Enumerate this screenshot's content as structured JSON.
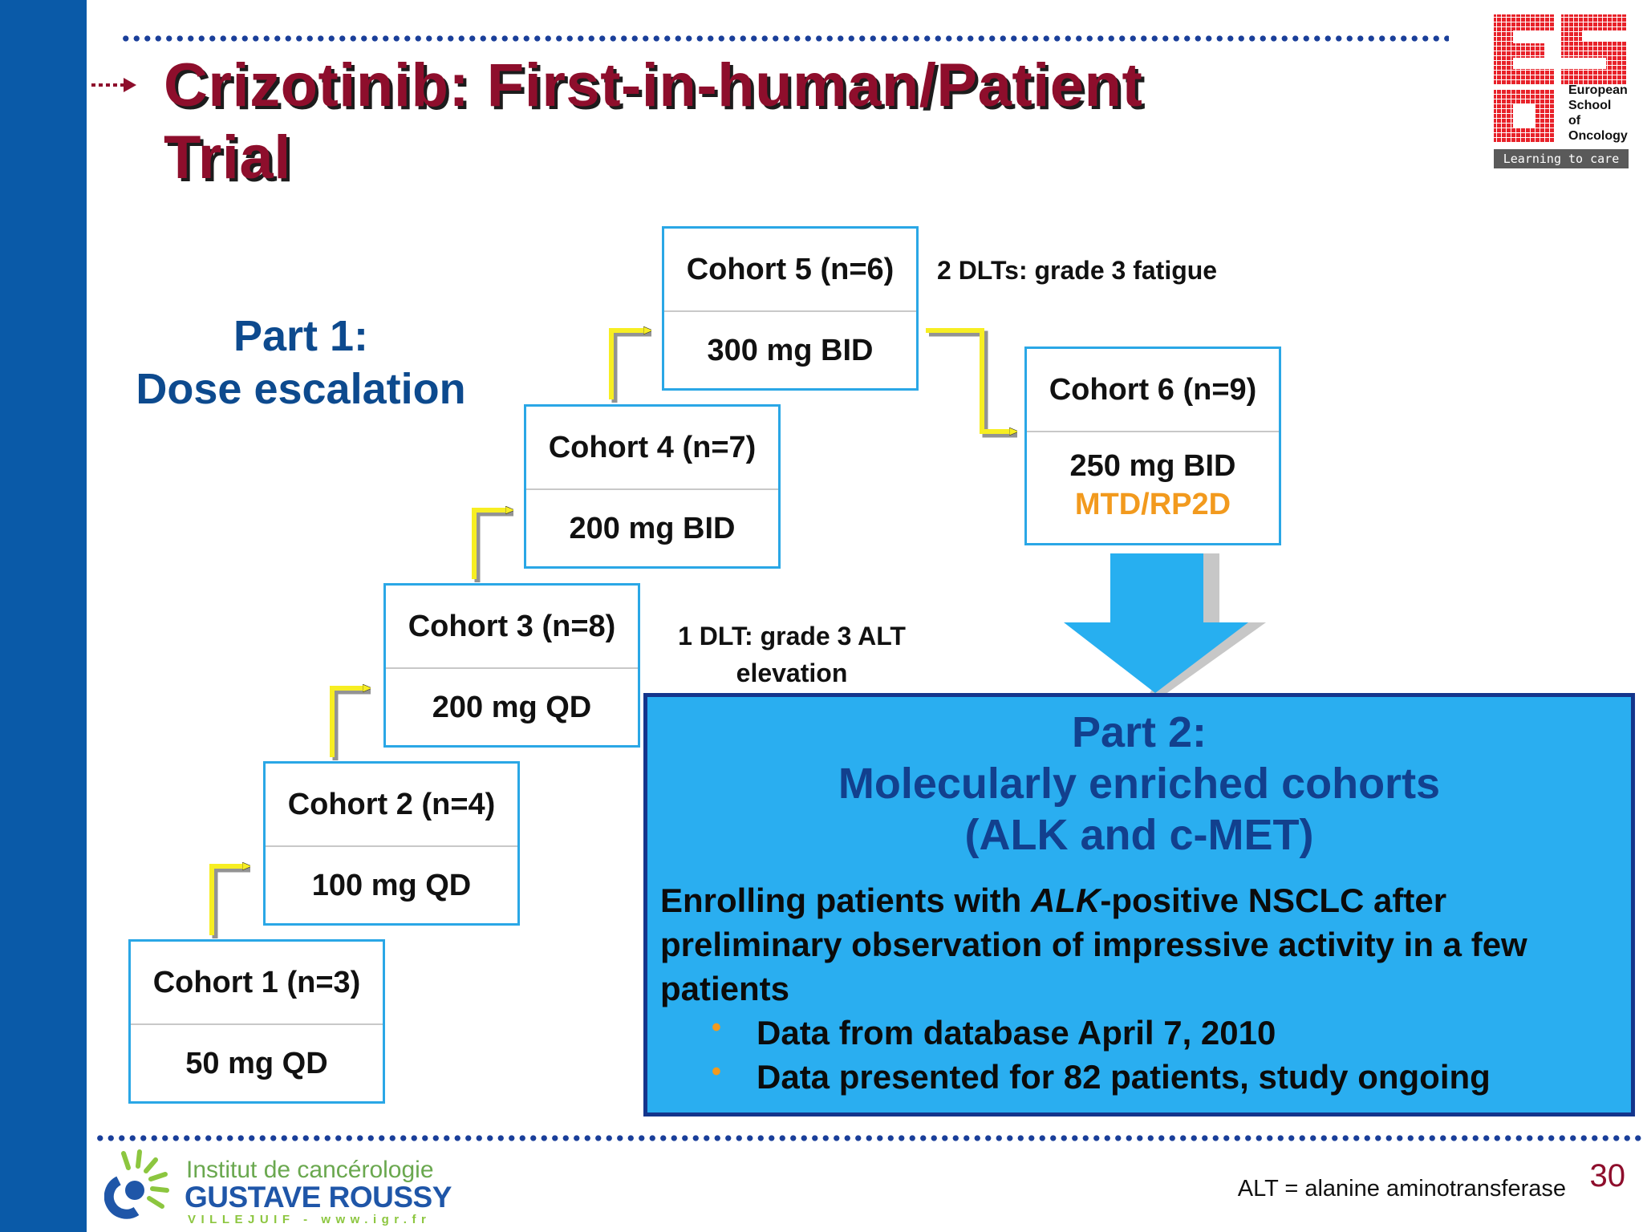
{
  "title": "Crizotinib: First-in-human/Patient Trial",
  "part1": {
    "line1": "Part 1:",
    "line2": "Dose escalation"
  },
  "cohorts": [
    {
      "label": "Cohort 1 (n=3)",
      "dose": "50 mg QD"
    },
    {
      "label": "Cohort 2 (n=4)",
      "dose": "100 mg QD"
    },
    {
      "label": "Cohort 3 (n=8)",
      "dose": "200 mg QD"
    },
    {
      "label": "Cohort 4 (n=7)",
      "dose": "200 mg BID"
    },
    {
      "label": "Cohort 5 (n=6)",
      "dose": "300 mg BID"
    },
    {
      "label": "Cohort 6 (n=9)",
      "dose": "250 mg BID",
      "sub": "MTD/RP2D"
    }
  ],
  "notes": {
    "cohort3": "1 DLT: grade 3 ALT elevation",
    "cohort5": "2 DLTs: grade 3 fatigue"
  },
  "part2": {
    "line1": "Part 2:",
    "line2": "Molecularly enriched cohorts",
    "line3": "(ALK and c-MET)",
    "body_prefix": "Enrolling patients with ",
    "body_italic": "ALK",
    "body_suffix": "-positive NSCLC after preliminary observation of impressive activity in a few patients",
    "bullets": [
      "Data from database April 7, 2010",
      "Data presented for 82 patients, study ongoing"
    ]
  },
  "footnote": "ALT = alanine aminotransferase",
  "page_number": "30",
  "eso_logo": {
    "lines": [
      "European",
      "School",
      "of",
      "Oncology"
    ],
    "tagline": "Learning to care"
  },
  "igr_logo": {
    "line1": "Institut de cancérologie",
    "line2": "GUSTAVE ROUSSY",
    "line3": "VILLEJUIF - www.igr.fr"
  },
  "colors": {
    "title": "#8e0e2c",
    "part_heading": "#0d4a8e",
    "box_border": "#2aa7e6",
    "arrow": "#f7ee22",
    "accent_orange": "#f29a1e",
    "part2_fill": "#2aaef0",
    "left_bar": "#0a5aa8"
  }
}
